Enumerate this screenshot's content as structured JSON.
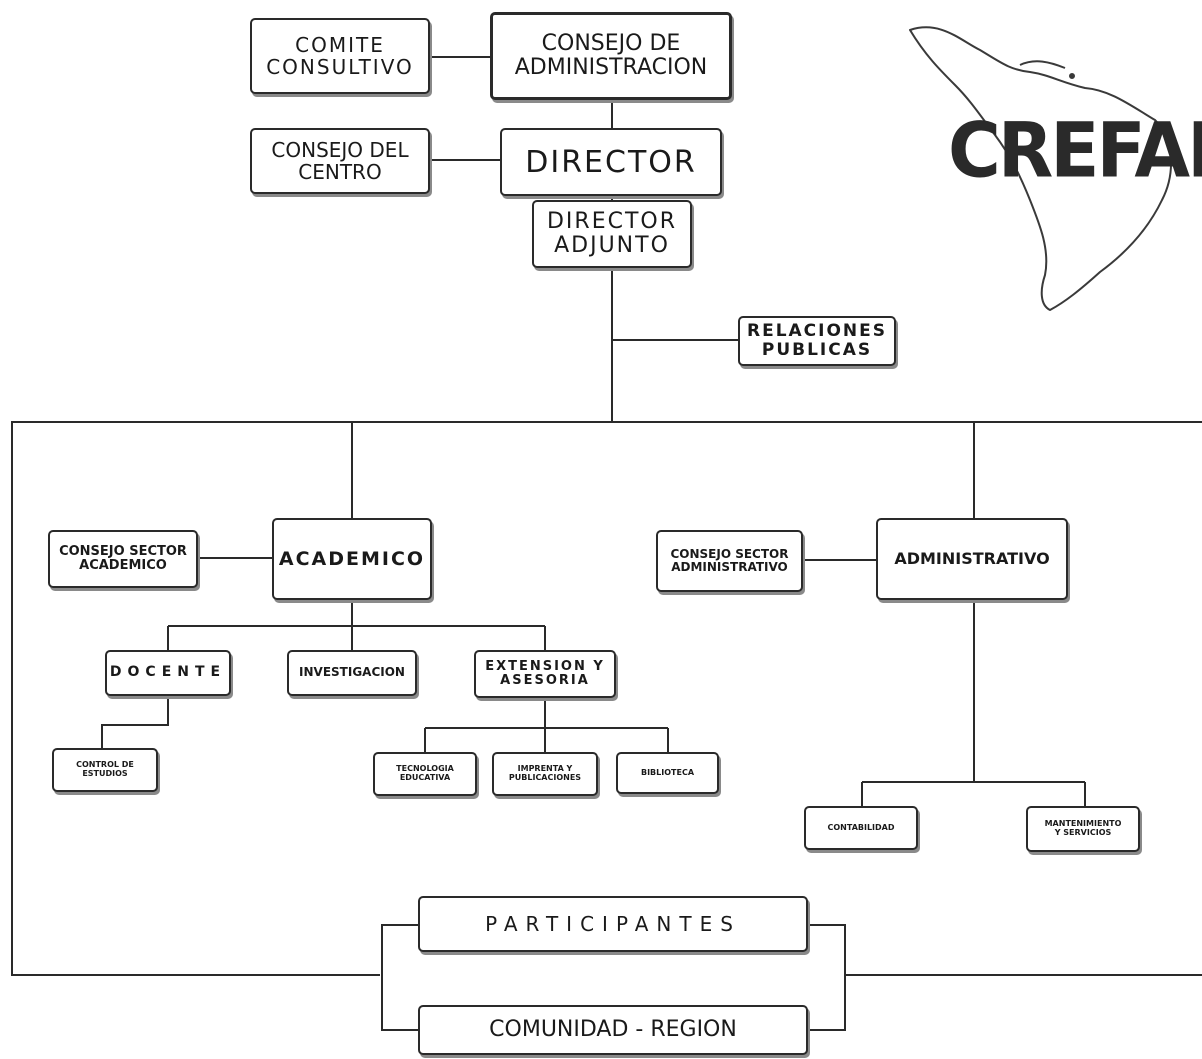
{
  "logo": {
    "word": "CREFAL",
    "icon": "latin-america-map-icon"
  },
  "nodes": {
    "comite_consultivo": "COMITE\nCONSULTIVO",
    "consejo_administracion": "CONSEJO DE\nADMINISTRACION",
    "consejo_del_centro": "CONSEJO DEL\nCENTRO",
    "director": "DIRECTOR",
    "director_adjunto": "DIRECTOR\nADJUNTO",
    "relaciones_publicas": "RELACIONES\nPUBLICAS",
    "consejo_sector_academico": "CONSEJO SECTOR\nACADEMICO",
    "academico": "ACADEMICO",
    "consejo_sector_administrativo": "CONSEJO SECTOR\nADMINISTRATIVO",
    "administrativo": "ADMINISTRATIVO",
    "docente": "DOCENTE",
    "investigacion": "INVESTIGACION",
    "extension_asesoria": "EXTENSION Y\nASESORIA",
    "control_estudios": "CONTROL DE\nESTUDIOS",
    "tecnologia_educativa": "TECNOLOGIA\nEDUCATIVA",
    "imprenta_publicaciones": "IMPRENTA Y\nPUBLICACIONES",
    "biblioteca": "BIBLIOTECA",
    "contabilidad": "CONTABILIDAD",
    "mantenimiento_servicios": "MANTENIMIENTO\nY SERVICIOS",
    "participantes": "PARTICIPANTES",
    "comunidad_region": "COMUNIDAD - REGION"
  }
}
